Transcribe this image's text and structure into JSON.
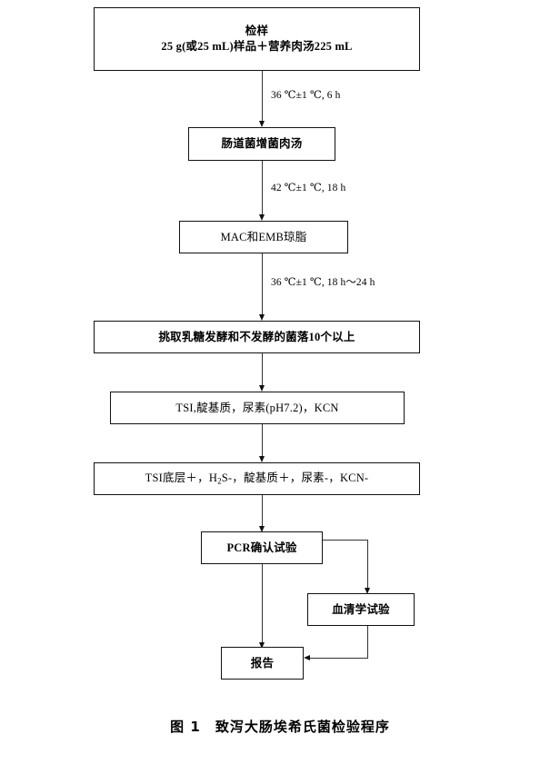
{
  "figure": {
    "caption_label": "图 1",
    "caption_title": "致泻大肠埃希氏菌检验程序",
    "caption_full": "图 1　致泻大肠埃希氏菌检验程序"
  },
  "nodes": {
    "sample": {
      "line1": "检样",
      "line2": "25 g(或25 mL)样品＋营养肉汤225 mL"
    },
    "enrichment_broth": {
      "label": "肠道菌增菌肉汤"
    },
    "mac_emb_agar": {
      "label": "MAC和EMB琼脂"
    },
    "pick_colonies": {
      "label": "挑取乳糖发酵和不发酵的菌落10个以上"
    },
    "biochem_tests": {
      "label": "TSI,靛基质，尿素(pH7.2)，KCN"
    },
    "biochem_results": {
      "part1": "TSI底层＋，H",
      "sub": "2",
      "part2": "S-，靛基质＋，尿素-，KCN-"
    },
    "pcr_confirm": {
      "label": "PCR确认试验"
    },
    "serology_test": {
      "label": "血清学试验"
    },
    "report": {
      "label": "报告"
    }
  },
  "edge_labels": {
    "step1": "36 ℃±1 ℃, 6 h",
    "step2": "42 ℃±1 ℃, 18 h",
    "step3": "36 ℃±1 ℃, 18 h～24 h"
  },
  "colors": {
    "box_border": "#111111",
    "line": "#333333",
    "background": "#ffffff",
    "text": "#000000"
  }
}
